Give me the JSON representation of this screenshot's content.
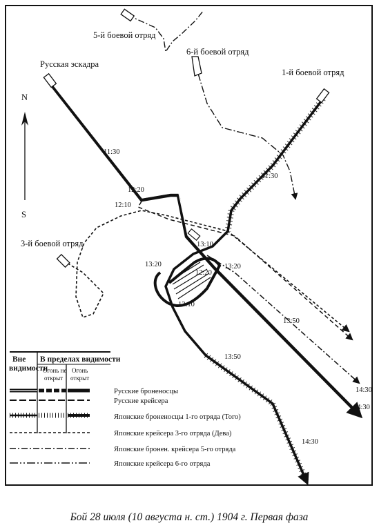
{
  "compass": {
    "north": "N",
    "south": "S"
  },
  "formations": {
    "russian_squadron": "Русская эскадра",
    "division_1": "1-й боевой отряд",
    "division_3": "3-й боевой отряд",
    "division_5": "5-й боевой отряд",
    "division_6": "6-й боевой отряд"
  },
  "time_marks": {
    "ru_1130": "11:30",
    "ru_1220": "12:20",
    "ru_1210": "12:10",
    "jp_1130": "11:30",
    "ru_1310": "13:10",
    "ru_1320": "13:20",
    "jp_1220": "12:20",
    "jp_1310": "13:10",
    "jp_1320": "13:20",
    "jp_1350": "13:50",
    "ru_1350": "13:50",
    "end_1430_a": "14:30",
    "end_1430_b": "14:30",
    "end_1430_c": "14:30"
  },
  "legend": {
    "col_outside": [
      "Вне",
      "видимости"
    ],
    "col_within": "В пределах видимости",
    "col_no_fire": [
      "Огонь не",
      "открыт"
    ],
    "col_fire": [
      "Огонь",
      "открыт"
    ],
    "rows": [
      "Русские броненосцы",
      "Русские крейсера",
      "Японские броненосцы 1-го отряда (Того)",
      "Японские крейсера 3-го отряда (Дева)",
      "Японские бронен. крейсера 5-го отряда",
      "Японские крейсера 6-го отряда"
    ]
  },
  "caption": "Бой 28 июля (10 августа н. ст.) 1904 г. Первая фаза"
}
